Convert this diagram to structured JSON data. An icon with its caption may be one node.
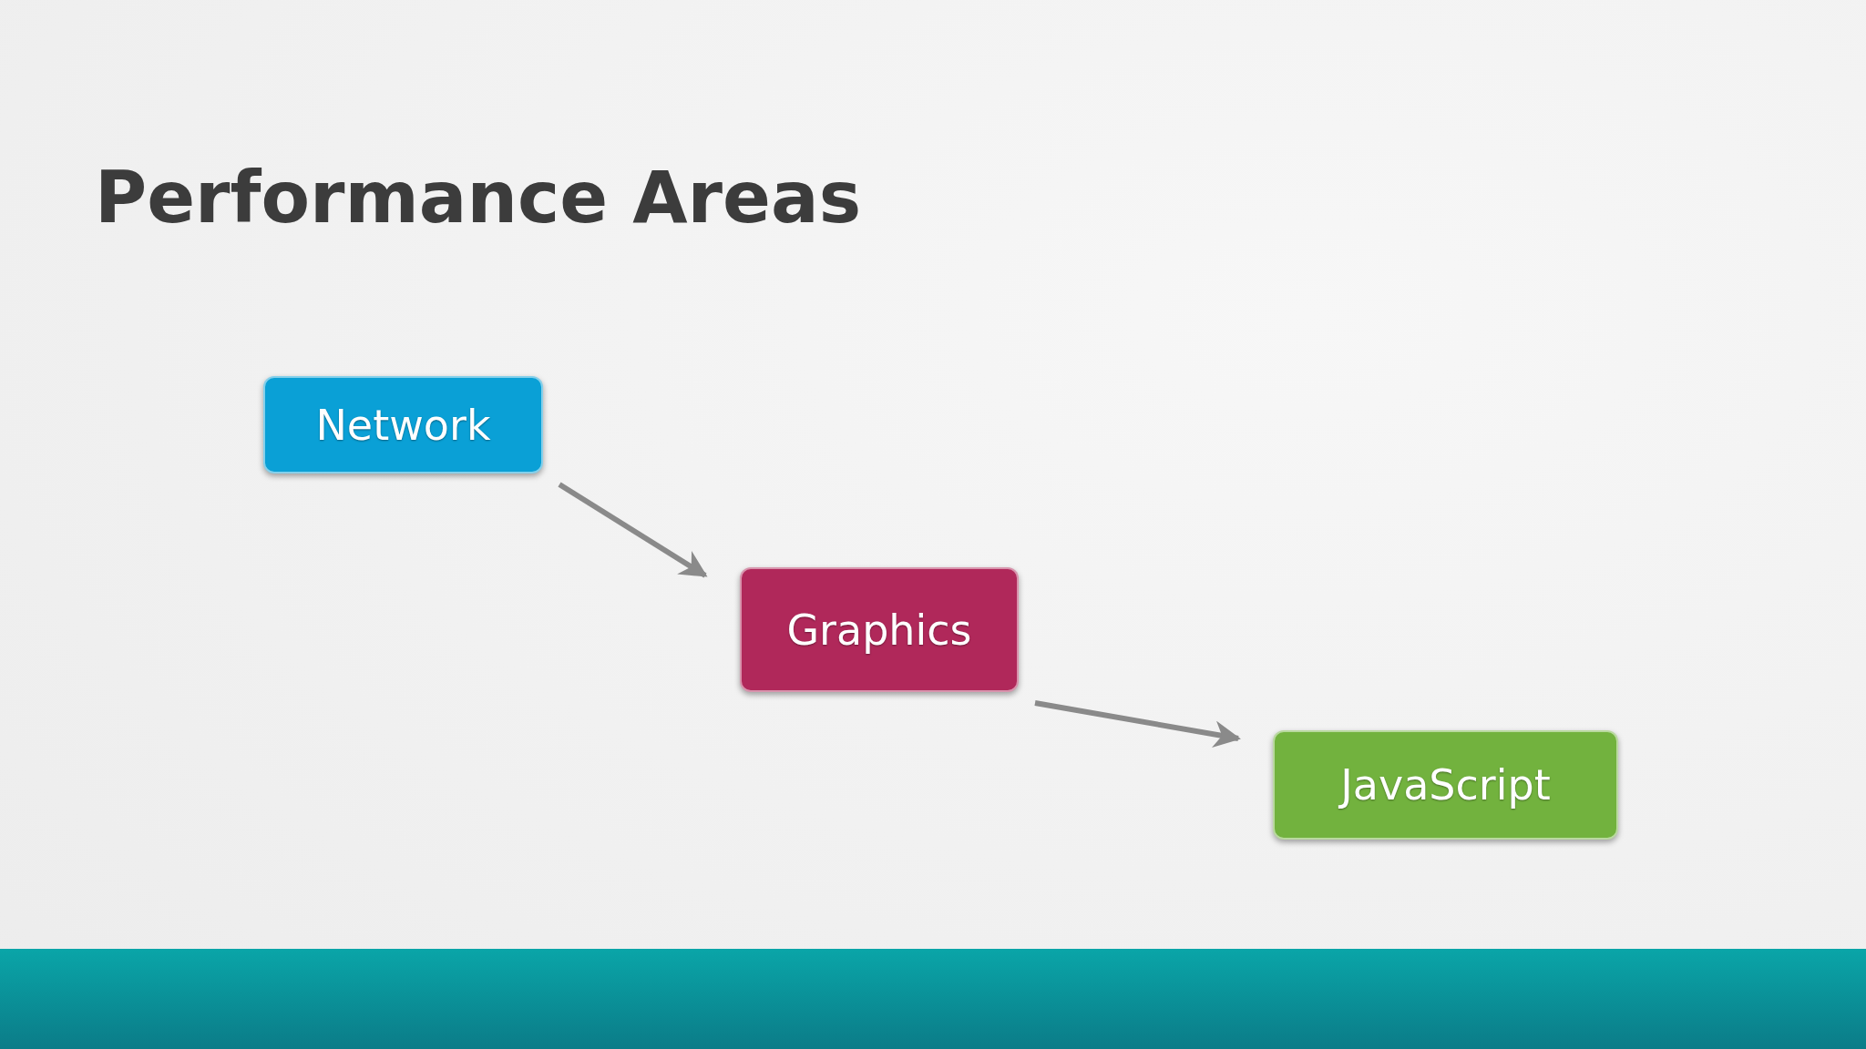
{
  "diagram": {
    "title": "Performance Areas",
    "nodes": [
      {
        "text": [
          "Network"
        ]
      },
      {
        "text": [
          "Graphics"
        ]
      },
      {
        "text": [
          "JavaScript"
        ]
      }
    ],
    "edges": [
      {
        "from": 0,
        "to": 1,
        "arrow": "to"
      },
      {
        "from": 1,
        "to": 2,
        "arrow": "to"
      }
    ]
  }
}
